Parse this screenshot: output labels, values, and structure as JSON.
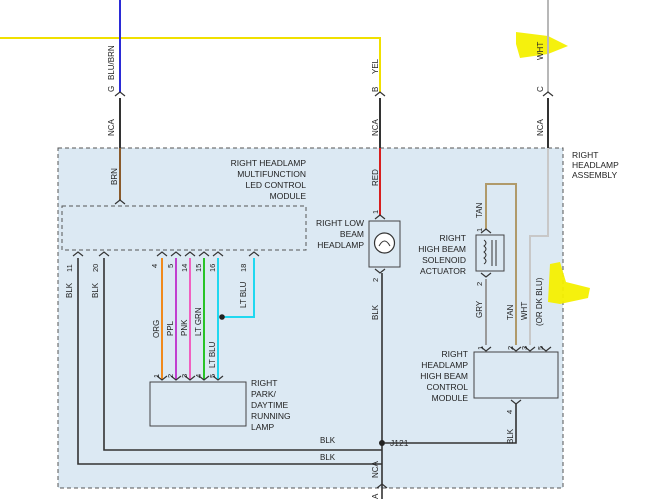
{
  "colors": {
    "yellow": "#f0e000",
    "blue": "#2b2bd6",
    "brown": "#8a5a2b",
    "red": "#d81e1e",
    "black": "#333333",
    "orange": "#f08a1c",
    "purple": "#c040d0",
    "pink": "#f060c0",
    "green": "#28c428",
    "ltblue": "#20d8f0",
    "tan": "#b09a6a",
    "grey": "#9a9a9a",
    "highlight": "#f4f000",
    "panel": "#dce9f3"
  },
  "top_connector": {
    "pin_g": "G",
    "pin_b": "B",
    "pin_c": "C",
    "wire_g": "BLU/BRN",
    "wire_b": "YEL",
    "wire_c": "WHT",
    "nca_g": "NCA",
    "nca_b": "NCA",
    "nca_c": "NCA"
  },
  "assembly_label": [
    "RIGHT",
    "HEADLAMP",
    "ASSEMBLY"
  ],
  "led_module": {
    "label": [
      "RIGHT HEADLAMP",
      "MULTIFUNCTION",
      "LED CONTROL",
      "MODULE"
    ],
    "top_wire": "BRN",
    "pins_bottom": [
      "11",
      "20",
      "4",
      "5",
      "14",
      "15",
      "16",
      "18"
    ]
  },
  "low_beam": {
    "label": [
      "RIGHT LOW",
      "BEAM",
      "HEADLAMP"
    ],
    "top_wire": "RED",
    "pin_top": "1",
    "pin_bottom": "2",
    "bottom_wire": "BLK"
  },
  "solenoid": {
    "label": [
      "RIGHT",
      "HIGH BEAM",
      "SOLENOID",
      "ACTUATOR"
    ],
    "pin_top": "1",
    "pin_bottom": "2",
    "wire_top": "TAN",
    "wire_bottom": "GRY"
  },
  "high_beam_module": {
    "label": [
      "RIGHT",
      "HEADLAMP",
      "HIGH BEAM",
      "CONTROL",
      "MODULE"
    ],
    "pins_top": [
      "1",
      "2",
      "3",
      "5"
    ],
    "wire_tan": "TAN",
    "wire_wht": "WHT",
    "wire_wht_alt": "(OR DK BLU)",
    "pin_bottom": "4",
    "bottom_wire": "BLK"
  },
  "drl": {
    "label": [
      "RIGHT",
      "PARK/",
      "DAYTIME",
      "RUNNING",
      "LAMP"
    ],
    "pins_top": [
      "1",
      "2",
      "3",
      "4",
      "5"
    ],
    "wires": [
      "ORG",
      "PPL",
      "PNK",
      "LT GRN",
      "LT BLU"
    ],
    "wire_18": "LT BLU"
  },
  "ground": {
    "wire_11": "BLK",
    "wire_20": "BLK",
    "upper_blk": "BLK",
    "lower_blk": "BLK",
    "junction": "J121",
    "nca": "NCA",
    "bottom_pin": "A"
  }
}
